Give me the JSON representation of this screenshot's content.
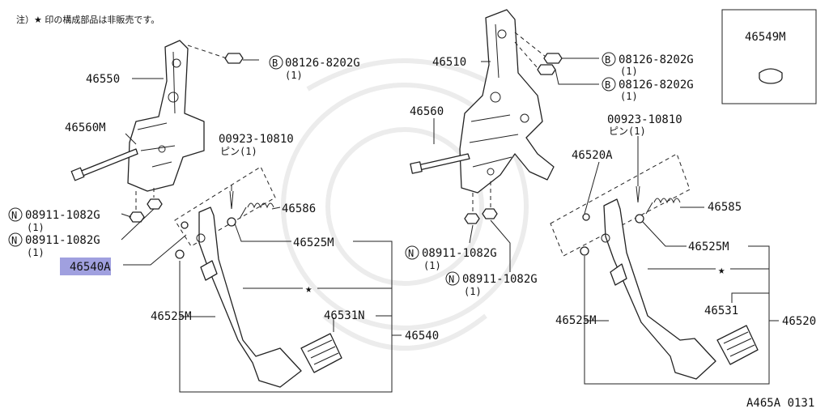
{
  "note": "注）★ 印の構成部品は非販売です。",
  "footer_code": "A465A 0131",
  "highlight_color": "#8f8fd9",
  "labels": {
    "p46550": "46550",
    "p46560M": "46560M",
    "bolt_b1_circle": "B",
    "bolt_b1": "08126-8202G",
    "bolt_b1_qty": "(1)",
    "pin_l": "00923-10810",
    "pin_l_sub": "ピン(1)",
    "p46586": "46586",
    "nut_l1_circle": "N",
    "nut_l1": "08911-1082G",
    "nut_l1_qty": "(1)",
    "nut_l2_circle": "N",
    "nut_l2": "08911-1082G",
    "nut_l2_qty": "(1)",
    "p46525M_a": "46525M",
    "p46540A": "46540A",
    "star_l": "★",
    "p46525M_b": "46525M",
    "p46531N": "46531N",
    "p46540": "46540",
    "p46510": "46510",
    "bolt_b2_circle": "B",
    "bolt_b2": "08126-8202G",
    "bolt_b2_qty": "(1)",
    "bolt_b3_circle": "B",
    "bolt_b3": "08126-8202G",
    "bolt_b3_qty": "(1)",
    "p46560": "46560",
    "nut_r1_circle": "N",
    "nut_r1": "08911-1082G",
    "nut_r1_qty": "(1)",
    "nut_r2_circle": "N",
    "nut_r2": "08911-1082G",
    "nut_r2_qty": "(1)",
    "p46549M": "46549M",
    "pin_r": "00923-10810",
    "pin_r_sub": "ピン(1)",
    "p46520A": "46520A",
    "p46585": "46585",
    "p46525M_c": "46525M",
    "star_r": "★",
    "p46525M_d": "46525M",
    "p46531": "46531",
    "p46520": "46520"
  }
}
